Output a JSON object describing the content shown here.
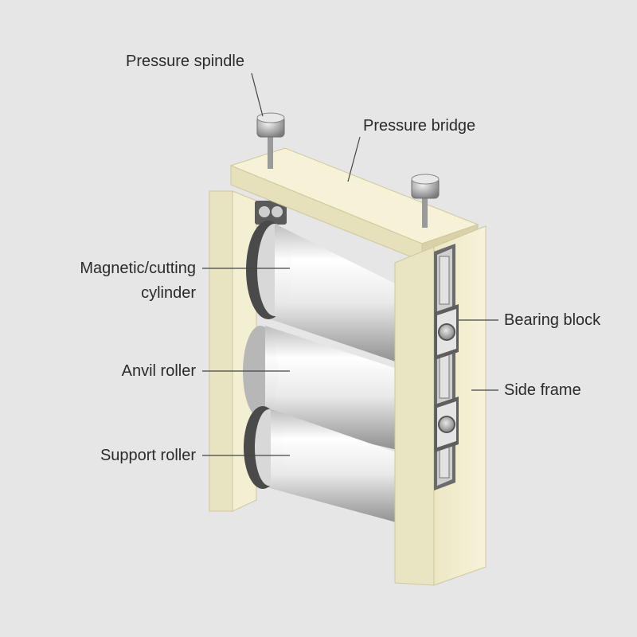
{
  "labels": {
    "pressure_spindle": "Pressure spindle",
    "pressure_bridge": "Pressure bridge",
    "magnetic_cylinder_line1": "Magnetic/cutting",
    "magnetic_cylinder_line2": "cylinder",
    "anvil_roller": "Anvil roller",
    "support_roller": "Support roller",
    "bearing_block": "Bearing block",
    "side_frame": "Side frame"
  },
  "colors": {
    "background": "#e6e6e6",
    "frame": "#f4f0d2",
    "frame_shade": "#e3ddb6",
    "frame_edge": "#cfc89d",
    "cylinder_light": "#ffffff",
    "cylinder_mid": "#d9d9d9",
    "cylinder_dark": "#8f8f8f",
    "end_cap": "#4e4e4e",
    "leader_line": "#444444"
  },
  "icons": [
    "spindle-knob-icon",
    "bearing-block-icon"
  ]
}
